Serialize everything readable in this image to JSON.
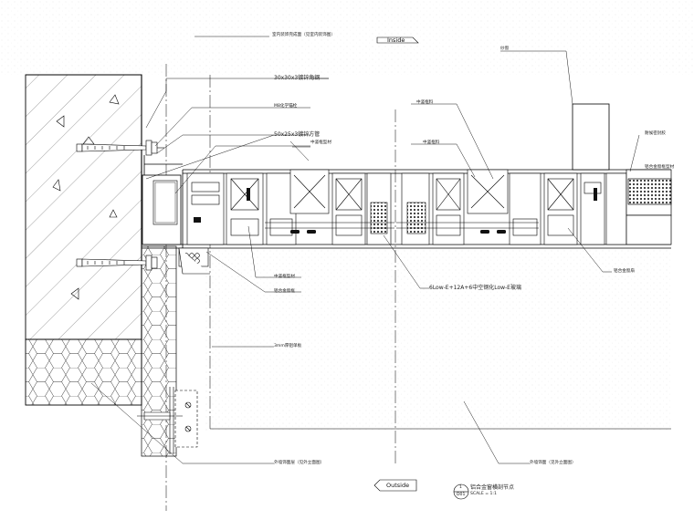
{
  "orientation": {
    "inside": "Inside",
    "outside": "Outside"
  },
  "title_block": {
    "number": "1",
    "sheet_ref": "D01",
    "title": "铝合金窗横剖节点",
    "scale": "SCALE = 1:1"
  },
  "labels": {
    "top_note": "室内装饰完成面（见室内装饰图）",
    "steel_angle": "30x30x3镀锌角钢",
    "anchor_bolt": "M8化学锚栓",
    "steel_tube": "50x25x3镀锌方管",
    "mullion_profile": "中竖框型材",
    "sash_profile_left": "中竖框料",
    "sash_profile_mid": "中竖框料",
    "frame_profile_right": "铝合金窗框型材",
    "screen_note": "纱窗",
    "sealant_right": "耐候密封胶",
    "bottom_left_profile": "中竖框型材",
    "fixing_left": "铝合金窗框",
    "glass_spec": "6Low-E+12A+6中空钢化Low-E玻璃",
    "right_frame_note": "铝合金窗扇",
    "fire_board": "3mm厚铝单板",
    "exterior_finish_left": "外墙饰面层（见外立面图）",
    "exterior_finish_right": "外墙饰面（见外立面图）"
  }
}
